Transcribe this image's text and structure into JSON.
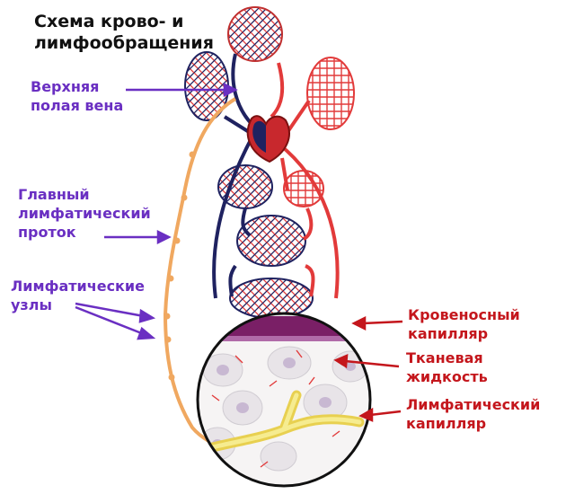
{
  "title": [
    "Схема крово- и",
    "лимфообращения"
  ],
  "labels_left": {
    "vena_cava": [
      "Верхняя",
      "полая вена"
    ],
    "lymph_duct": [
      "Главный",
      "лимфатический",
      "проток"
    ],
    "lymph_nodes": [
      "Лимфатические",
      "узлы"
    ]
  },
  "labels_right": {
    "blood_capillary": [
      "Кровеносный",
      "капилляр"
    ],
    "tissue_fluid": [
      "Тканевая",
      "жидкость"
    ],
    "lymph_capillary": [
      "Лимфатический",
      "капилляр"
    ]
  },
  "colors": {
    "artery": "#e23a3a",
    "vein": "#1f2260",
    "lymph": "#f0a860",
    "label_left": "#6a2fc2",
    "label_right": "#c4161c",
    "lymph_capillary": "#f2e26a"
  }
}
